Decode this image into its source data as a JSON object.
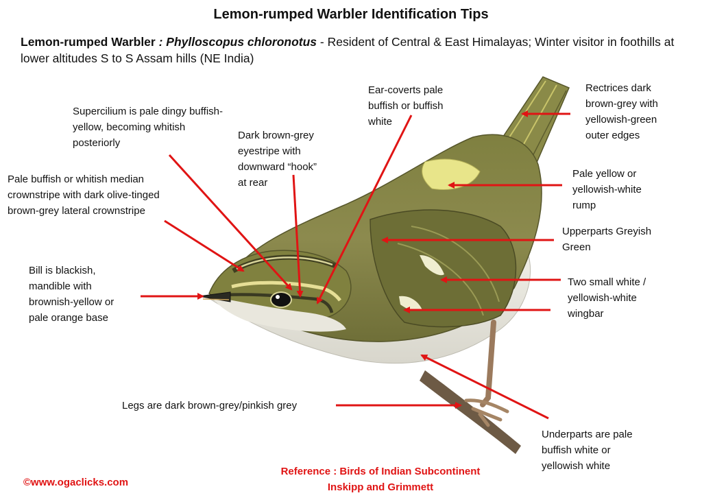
{
  "title": "Lemon-rumped Warbler  Identification Tips",
  "intro": {
    "common_name": "Lemon-rumped Warbler",
    "separator": " : ",
    "scientific_name": "Phylloscopus chloronotus",
    "description": "  - Resident of Central & East Himalayas; Winter visitor in foothills at lower altitudes S to S Assam hills (NE India)"
  },
  "annotations": {
    "supercilium": "Supercilium is pale dingy buffish-\nyellow, becoming whitish\nposteriorly",
    "eyestripe": "Dark brown-grey\neyestripe with\ndownward “hook”\nat rear",
    "ear_coverts": "Ear-coverts pale\nbuffish or buffish\nwhite",
    "rectrices": "Rectrices dark\nbrown-grey with\nyellowish-green\nouter edges",
    "crownstripe": "Pale buffish or whitish median\ncrownstripe with dark olive-tinged\nbrown-grey lateral crownstripe",
    "rump": "Pale yellow or\nyellowish-white\nrump",
    "upperparts": "Upperparts  Greyish\nGreen",
    "bill": "Bill is blackish,\nmandible with\nbrownish-yellow or\npale orange base",
    "wingbar": "Two small  white /\nyellowish-white\nwingbar",
    "legs": "Legs are dark brown-grey/pinkish grey",
    "underparts": "Underparts are pale\nbuffish white or\nyellowish white"
  },
  "reference": "Reference : Birds of Indian Subcontinent\nInskipp and Grimmett",
  "copyright": "©www.ogaclicks.com",
  "colors": {
    "arrow": "#e01414",
    "accent_text": "#e01414",
    "upperparts": "#7d7f3e",
    "underparts": "#e6e4dc",
    "rump": "#e8e58a"
  }
}
